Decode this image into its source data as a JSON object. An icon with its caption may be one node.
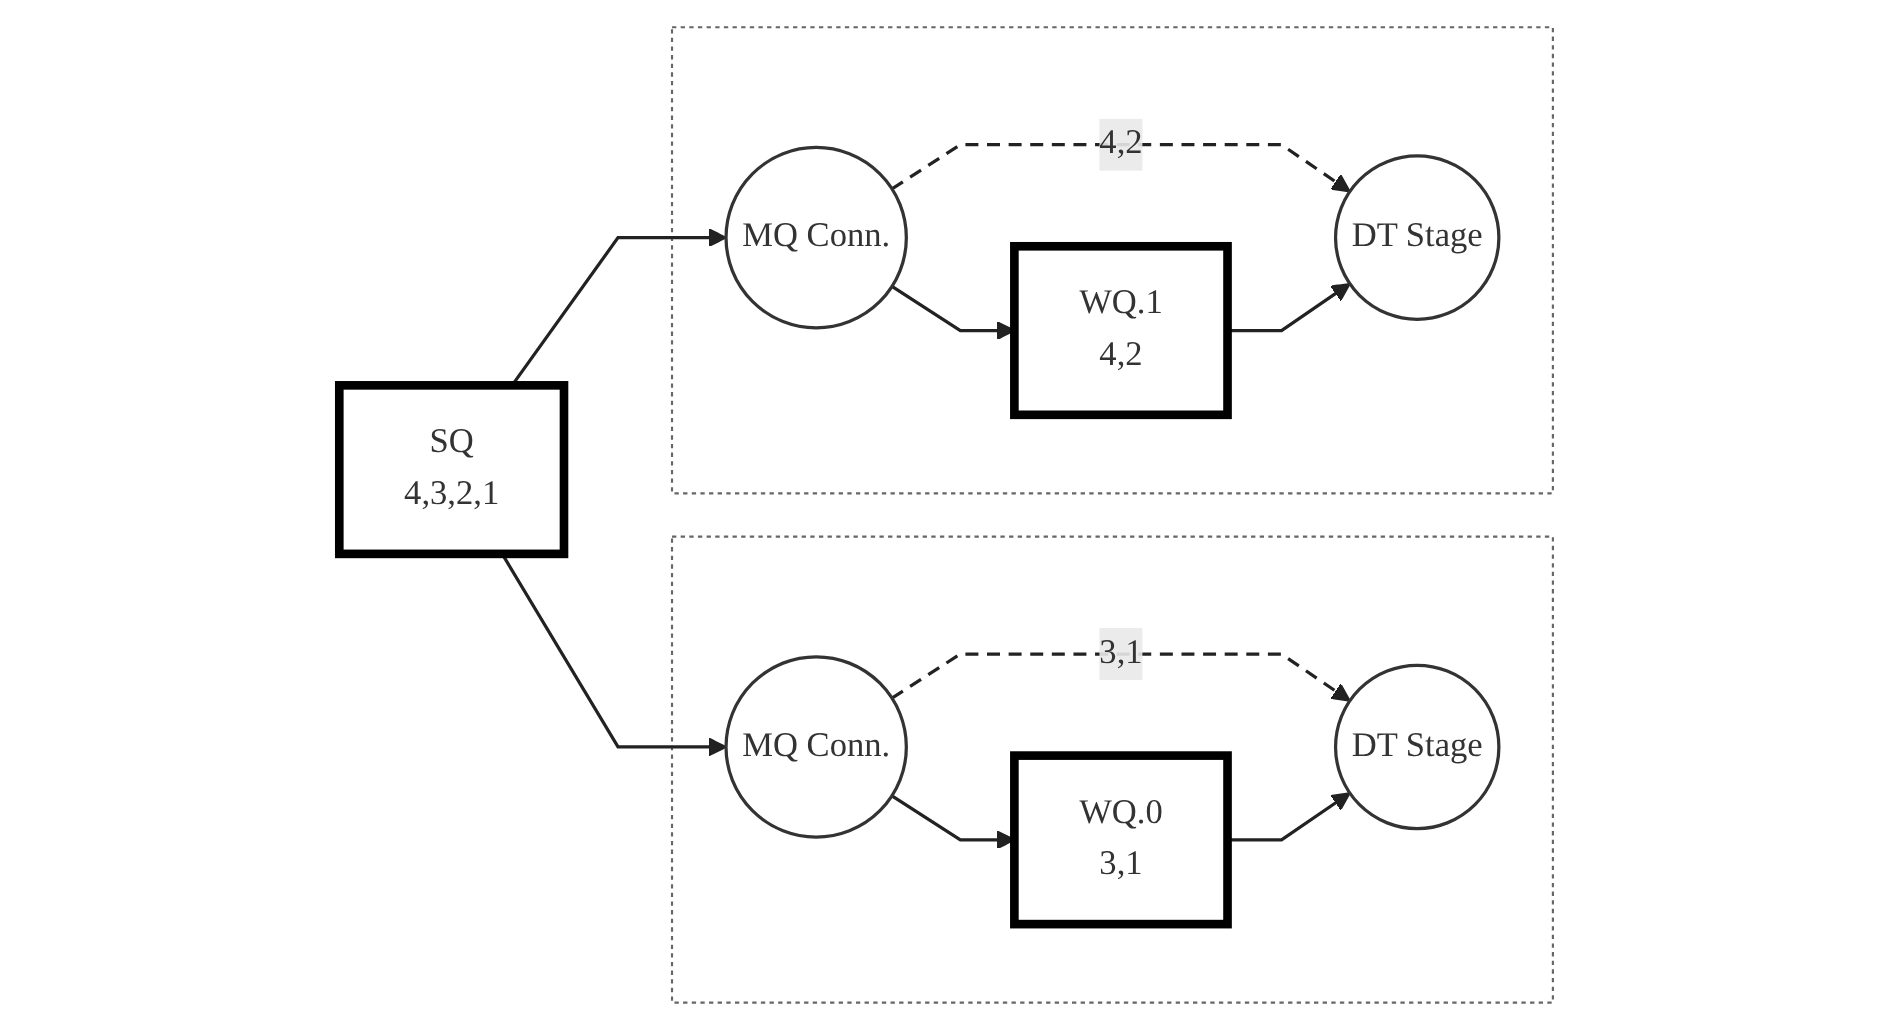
{
  "diagram": {
    "nodes": [
      {
        "text": [
          "SQ",
          "4,3,2,1"
        ]
      },
      {
        "text": [],
        "shape": "box"
      },
      {
        "text": [
          "MQ Conn."
        ],
        "in": 1
      },
      {
        "text": [
          "WQ.0",
          "3,1"
        ],
        "in": 1
      },
      {
        "text": [
          "DT Stage"
        ],
        "in": 1
      },
      {
        "text": [],
        "shape": "box"
      },
      {
        "text": [
          "MQ Conn."
        ],
        "in": 5
      },
      {
        "text": [
          "WQ.1",
          "4,2"
        ],
        "in": 5
      },
      {
        "text": [
          "DT Stage"
        ],
        "in": 5
      }
    ],
    "edges": [
      {
        "from": 0,
        "to": 2,
        "arrow": "to"
      },
      {
        "from": 2,
        "to": 4,
        "arrow": "to",
        "style": "dashed",
        "label": "3,1"
      },
      {
        "from": 2,
        "to": 3,
        "arrow": "to"
      },
      {
        "from": 3,
        "to": 4,
        "arrow": "to"
      },
      {
        "from": 0,
        "to": 6,
        "arrow": "to"
      },
      {
        "from": 6,
        "to": 8,
        "arrow": "to",
        "style": "dashed",
        "label": "4,2"
      },
      {
        "from": 6,
        "to": 7,
        "arrow": "to"
      },
      {
        "from": 7,
        "to": 8,
        "arrow": "to"
      }
    ]
  }
}
